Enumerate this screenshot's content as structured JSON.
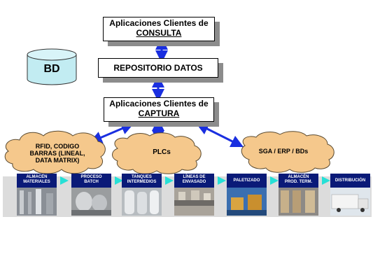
{
  "boxes": {
    "consulta": {
      "line1": "Aplicaciones Clientes de",
      "line2": "CONSULTA"
    },
    "repositorio": "REPOSITORIO DATOS",
    "captura": {
      "line1": "Aplicaciones Clientes de",
      "line2": "CAPTURA"
    }
  },
  "database": {
    "label": "BD"
  },
  "clouds": {
    "rfid": [
      "RFID, CODIGO",
      "BARRAS (LINEAL,",
      "DATA MATRIX)"
    ],
    "plc": "PLCs",
    "sga": "SGA / ERP / BDs"
  },
  "stages": [
    {
      "label": [
        "ALMACÉN",
        "MATERIALES"
      ],
      "photo": "warehouse"
    },
    {
      "label": [
        "PROCESO",
        "BATCH"
      ],
      "photo": "batch-process"
    },
    {
      "label": [
        "TANQUES",
        "INTERMEDIOS"
      ],
      "photo": "tanks"
    },
    {
      "label": [
        "LÍNEAS DE",
        "ENVASADO"
      ],
      "photo": "packaging-line"
    },
    {
      "label": [
        "PALETIZADO"
      ],
      "photo": "palletizing"
    },
    {
      "label": [
        "ALMACÉN",
        "PROD. TERM."
      ],
      "photo": "finished-goods-warehouse"
    },
    {
      "label": [
        "DISTRIBUCIÓN"
      ],
      "photo": "trucks"
    }
  ],
  "colors": {
    "arrow": "#1a2fe0",
    "cloud": "#f5c88c",
    "stage_label_bg": "#0a1a78",
    "flow_arrow": "#26e0d6",
    "database": "#c2ecf2"
  }
}
